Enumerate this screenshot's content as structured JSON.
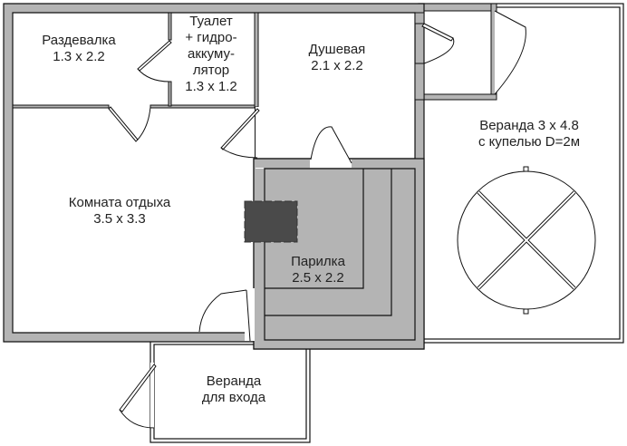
{
  "rooms": [
    {
      "name": "Раздевалка",
      "size": "1.3 x 2.2"
    },
    {
      "name": "Туалет",
      "name2": "+ гидро-",
      "name3": "аккуму-",
      "name4": "лятор",
      "size": "1.3 x 1.2"
    },
    {
      "name": "Душевая",
      "size": "2.1 x 2.2"
    },
    {
      "name": "Веранда 3 x 4.8",
      "size": "с купелью D=2м"
    },
    {
      "name": "Комната отдыха",
      "size": "3.5 x 3.3"
    },
    {
      "name": "Парилка",
      "size": "2.5 x 2.2"
    },
    {
      "name": "Веранда",
      "size": "для входа"
    }
  ],
  "colors": {
    "wall": "#b4b4b4",
    "stove": "#4a4a4a",
    "line": "#111111"
  }
}
